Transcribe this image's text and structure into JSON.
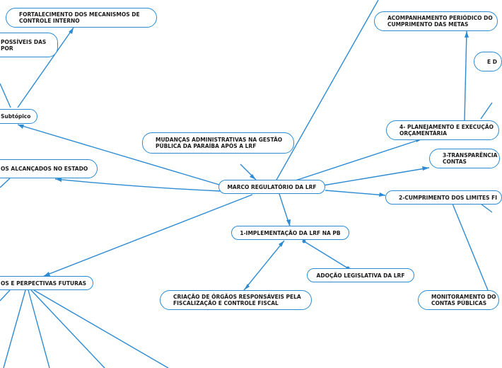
{
  "colors": {
    "line": "#2d8bd3",
    "text": "#1a1a1a",
    "background": "#ffffff"
  },
  "nodes": {
    "central": "MARCO REGULATÓRIO DA LRF",
    "mudancas": "MUDANÇAS ADMINISTRATIVAS NA GESTÃO PÚBLICA DA PARAÍBA APÓS A LRF",
    "implementacao": "1-IMPLEMENTAÇÃO DA LRF NA PB",
    "adocao": "ADOÇÃO LEGISLATIVA DA LRF",
    "criacao": "CRIAÇÃO DE ÓRGÃOS RESPONSÁVEIS PELA FISCALIZAÇÃO E CONTROLE FISCAL",
    "planejamento": "4- PLANEJAMENTO E EXECUÇÃO ORÇAMENTÁRIA",
    "acompanhamento": "ACOMPANHAMENTO PERIÓDICO DO CUMPRIMENTO DAS METAS",
    "transparencia": "3-TRANSPARÊNCIA CONTAS",
    "cumprimento": "2-CUMPRIMENTO DOS LIMITES FI",
    "monitoramento": "MONITORAMENTO DO CONTAS PÚBLICAS",
    "right_partial": "E D",
    "fortalecimento": "FORTALECIMENTO DOS MECANISMOS DE CONTROLE INTERNO",
    "possiveis": "POSSÍVEIS DAS POR",
    "subtopico": "Subtópico",
    "alcancados": "OS ALCANÇADOS NO ESTADO",
    "perspectivas": "OS E PERPECTIVAS FUTURAS"
  }
}
